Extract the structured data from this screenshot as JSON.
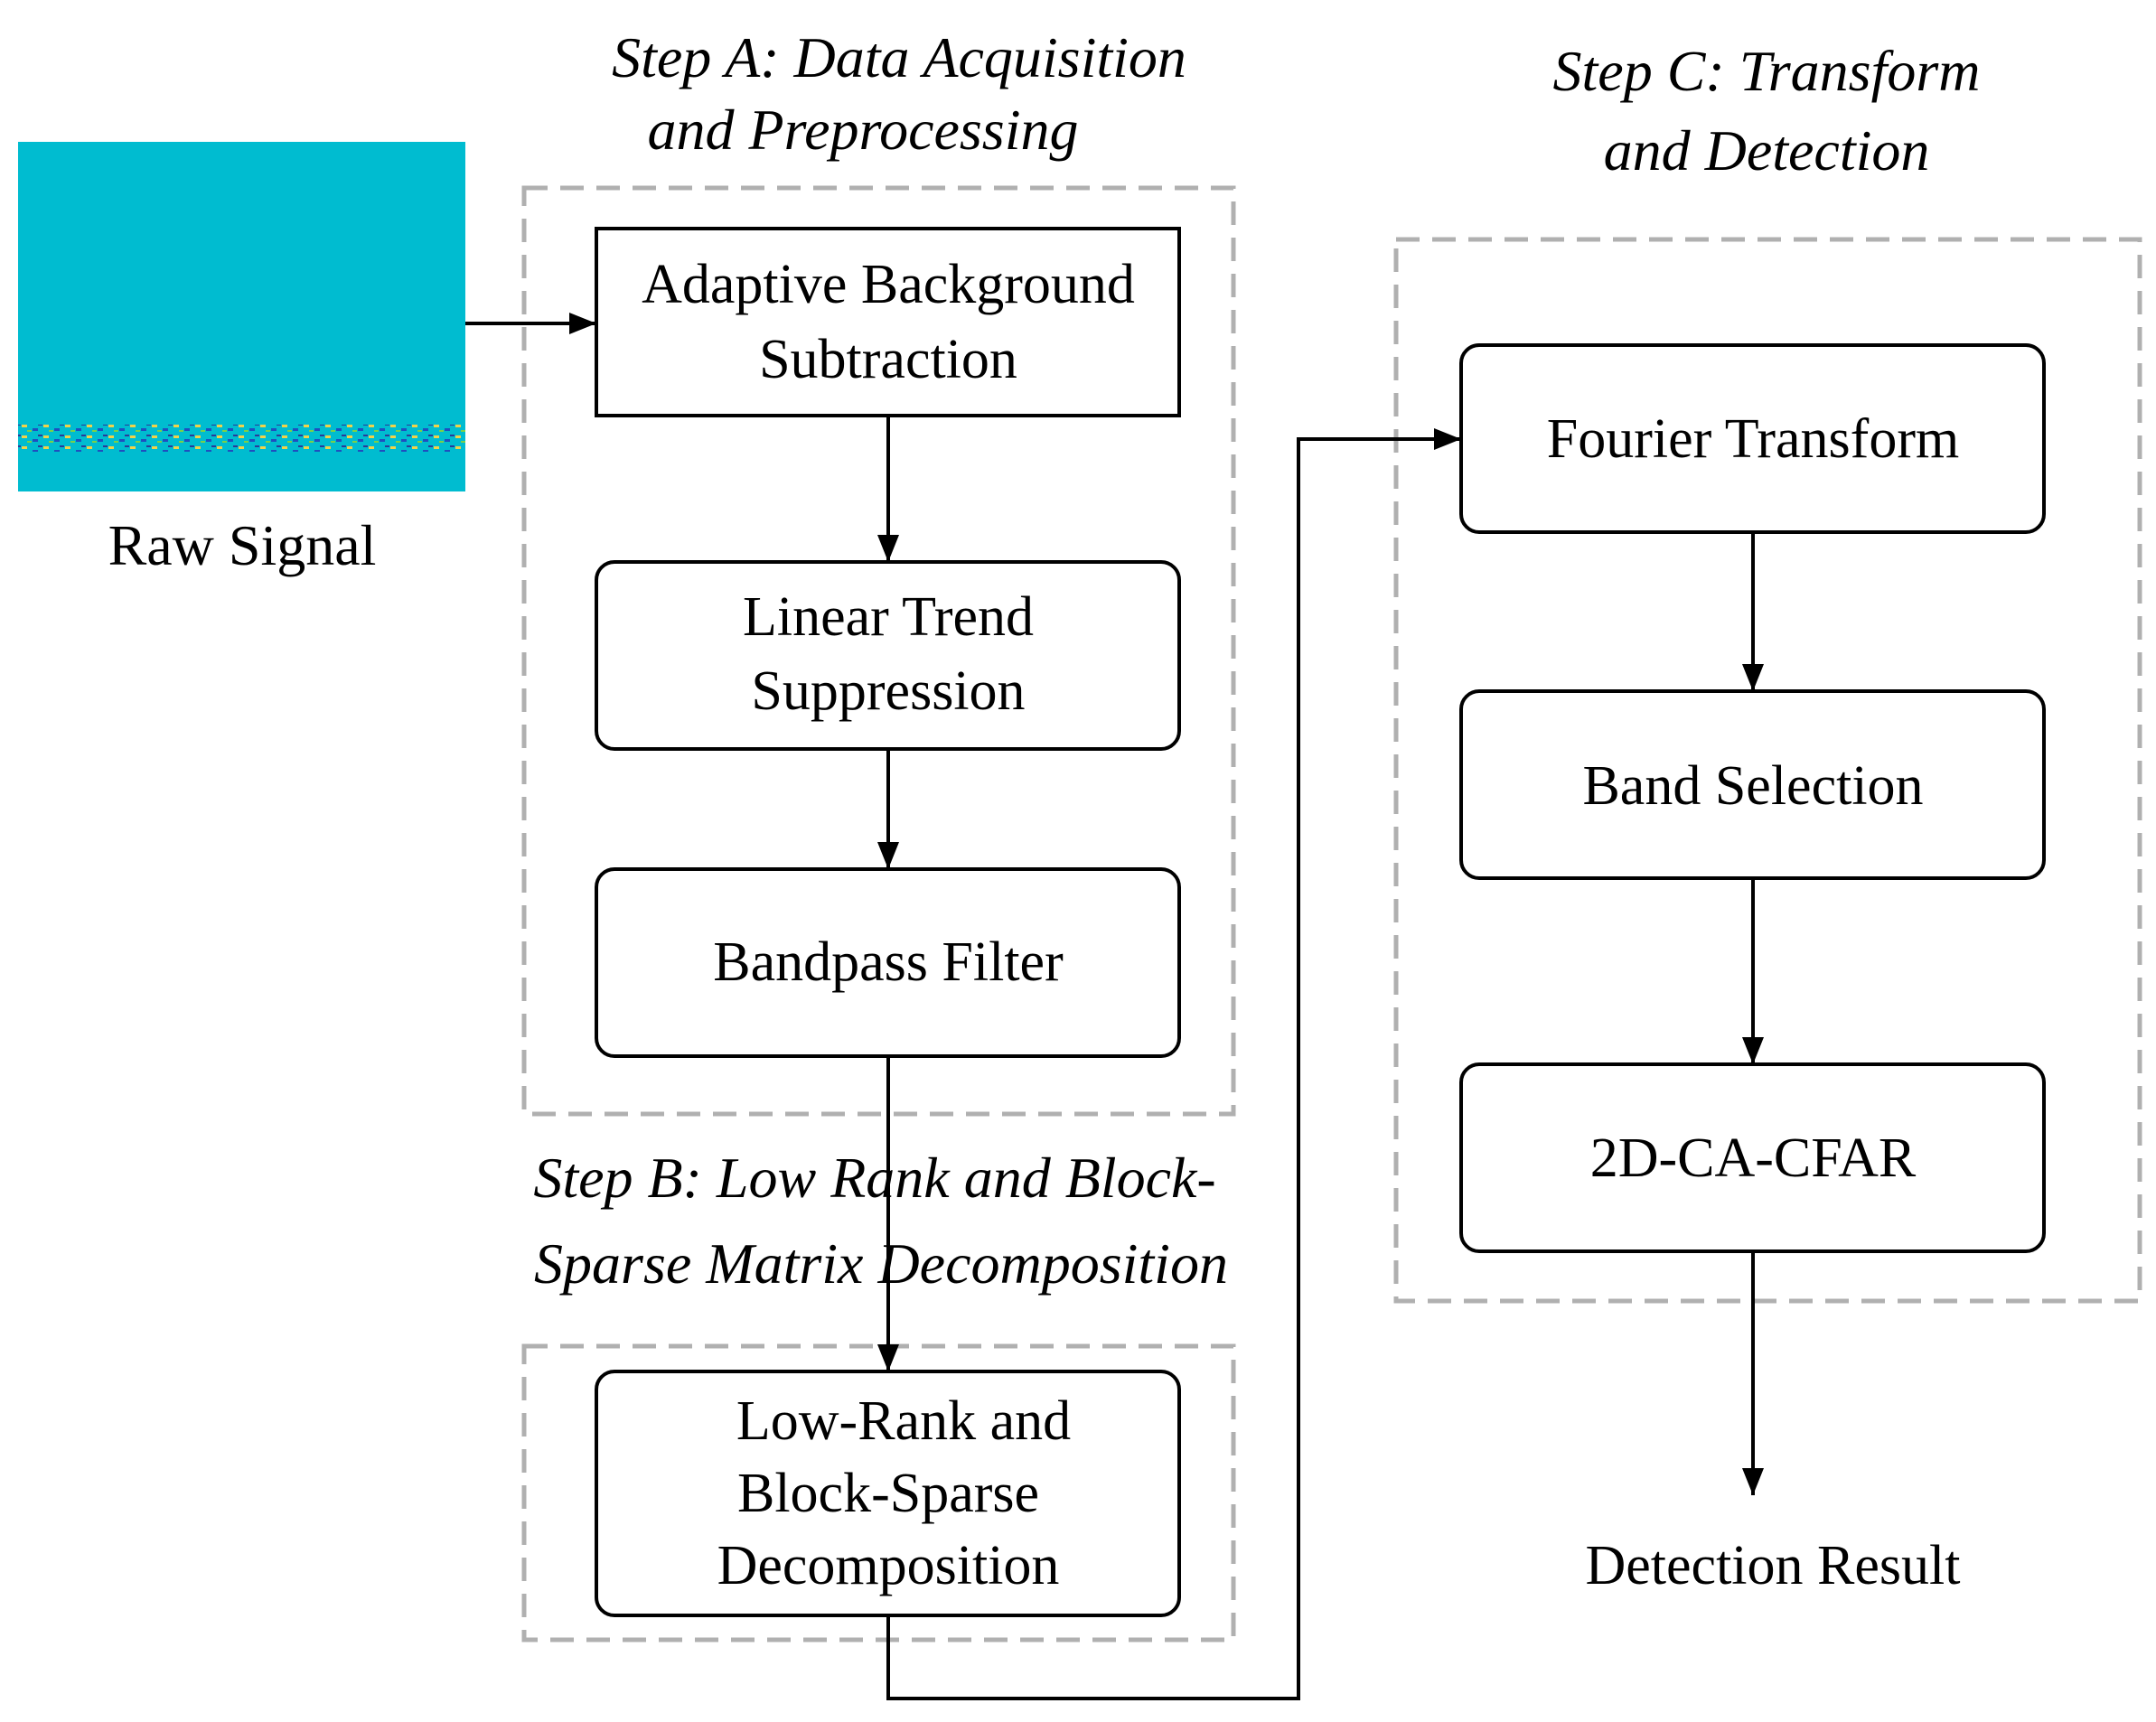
{
  "steps": {
    "a": {
      "title_line1": "Step A: Data Acquisition",
      "title_line2": "and Preprocessing"
    },
    "b": {
      "title_line1": "Step B: Low Rank and Block-",
      "title_line2": "Sparse Matrix Decomposition"
    },
    "c": {
      "title_line1": "Step C: Transform",
      "title_line2": "and Detection"
    }
  },
  "raw_signal": {
    "label": "Raw Signal",
    "fill_color": "#00BCD0",
    "label_color": "#3A7FD0"
  },
  "boxes": {
    "adaptive_bg": {
      "line1": "Adaptive Background",
      "line2": "Subtraction"
    },
    "linear_trend": {
      "line1": "Linear Trend",
      "line2": "Suppression"
    },
    "bandpass": {
      "line1": "Bandpass Filter"
    },
    "lowrank": {
      "line1": "Low-Rank and",
      "line2": "Block-Sparse",
      "line3": "Decomposition"
    },
    "fourier": {
      "line1": "Fourier Transform"
    },
    "band_selection": {
      "line1": "Band Selection"
    },
    "cfar": {
      "line1": "2D-CA-CFAR"
    }
  },
  "output": {
    "label": "Detection Result"
  }
}
